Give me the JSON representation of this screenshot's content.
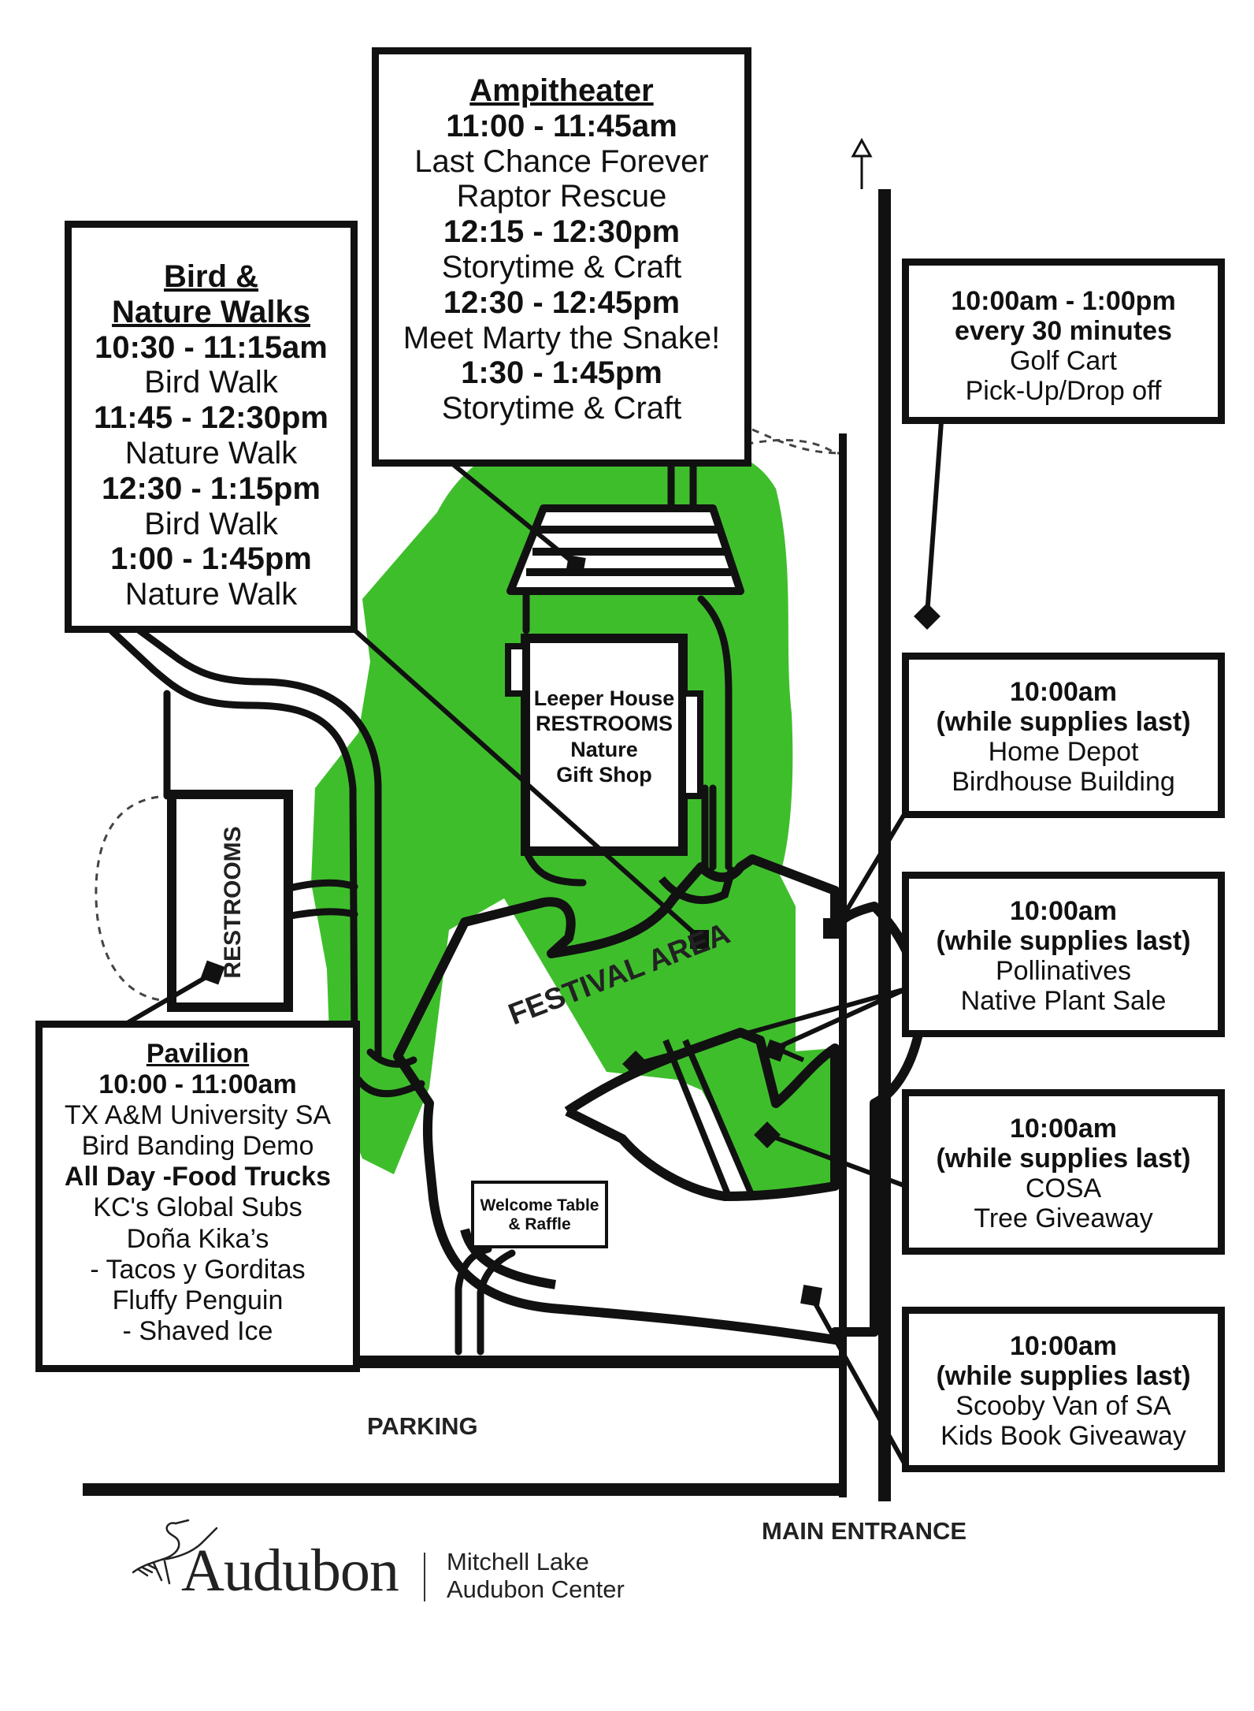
{
  "colors": {
    "green": "#3fbe2c",
    "ink": "#111111",
    "dash": "#444444"
  },
  "boxes": {
    "amphitheater": {
      "title": "Ampitheater",
      "lines": [
        {
          "text": "11:00 - 11:45am",
          "bold": true
        },
        {
          "text": "Last Chance Forever",
          "bold": false
        },
        {
          "text": "Raptor Rescue",
          "bold": false
        },
        {
          "text": "12:15 - 12:30pm",
          "bold": true
        },
        {
          "text": "Storytime & Craft",
          "bold": false
        },
        {
          "text": "12:30 - 12:45pm",
          "bold": true
        },
        {
          "text": "Meet Marty the Snake!",
          "bold": false
        },
        {
          "text": "1:30 - 1:45pm",
          "bold": true
        },
        {
          "text": "Storytime & Craft",
          "bold": false
        }
      ]
    },
    "walks": {
      "title_line1": "Bird &",
      "title_line2": "Nature Walks",
      "lines": [
        {
          "text": "10:30 - 11:15am",
          "bold": true
        },
        {
          "text": "Bird Walk",
          "bold": false
        },
        {
          "text": "11:45 - 12:30pm",
          "bold": true
        },
        {
          "text": "Nature Walk",
          "bold": false
        },
        {
          "text": "12:30 - 1:15pm",
          "bold": true
        },
        {
          "text": "Bird Walk",
          "bold": false
        },
        {
          "text": "1:00 - 1:45pm",
          "bold": true
        },
        {
          "text": "Nature Walk",
          "bold": false
        }
      ]
    },
    "golf_cart": {
      "lines": [
        {
          "text": "10:00am - 1:00pm",
          "bold": true
        },
        {
          "text": "every 30 minutes",
          "bold": true
        },
        {
          "text": "Golf Cart",
          "bold": false
        },
        {
          "text": "Pick-Up/Drop off",
          "bold": false
        }
      ]
    },
    "home_depot": {
      "lines": [
        {
          "text": "10:00am",
          "bold": true
        },
        {
          "text": "(while supplies last)",
          "bold": true
        },
        {
          "text": "Home Depot",
          "bold": false
        },
        {
          "text": "Birdhouse Building",
          "bold": false
        }
      ]
    },
    "pollinatives": {
      "lines": [
        {
          "text": "10:00am",
          "bold": true
        },
        {
          "text": "(while supplies last)",
          "bold": true
        },
        {
          "text": "Pollinatives",
          "bold": false
        },
        {
          "text": "Native Plant Sale",
          "bold": false
        }
      ]
    },
    "cosa": {
      "lines": [
        {
          "text": "10:00am",
          "bold": true
        },
        {
          "text": "(while supplies last)",
          "bold": true
        },
        {
          "text": "COSA",
          "bold": false
        },
        {
          "text": "Tree Giveaway",
          "bold": false
        }
      ]
    },
    "scooby": {
      "lines": [
        {
          "text": "10:00am",
          "bold": true
        },
        {
          "text": "(while supplies last)",
          "bold": true
        },
        {
          "text": "Scooby Van of SA",
          "bold": false
        },
        {
          "text": "Kids Book Giveaway",
          "bold": false
        }
      ]
    },
    "pavilion": {
      "title": "Pavilion",
      "lines": [
        {
          "text": "10:00 - 11:00am",
          "bold": true
        },
        {
          "text": "TX A&M University SA",
          "bold": false
        },
        {
          "text": "Bird Banding Demo",
          "bold": false
        },
        {
          "text": "All Day -Food Trucks",
          "bold": true
        },
        {
          "text": "KC's Global Subs",
          "bold": false
        },
        {
          "text": "Doña Kika’s",
          "bold": false
        },
        {
          "text": "- Tacos y Gorditas",
          "bold": false
        },
        {
          "text": "Fluffy Penguin",
          "bold": false
        },
        {
          "text": "- Shaved Ice",
          "bold": false
        }
      ]
    }
  },
  "map": {
    "leeper_house": [
      "Leeper House",
      "RESTROOMS",
      "Nature",
      "Gift Shop"
    ],
    "restrooms_west": "RESTROOMS",
    "festival_area": "FESTIVAL AREA",
    "welcome_table": [
      "Welcome Table",
      "& Raffle"
    ],
    "parking": "PARKING",
    "main_entrance": "MAIN ENTRANCE"
  },
  "logo": {
    "wordmark": "Audubon",
    "sub_line1": "Mitchell Lake",
    "sub_line2": "Audubon Center",
    "icon": "egret-icon"
  }
}
